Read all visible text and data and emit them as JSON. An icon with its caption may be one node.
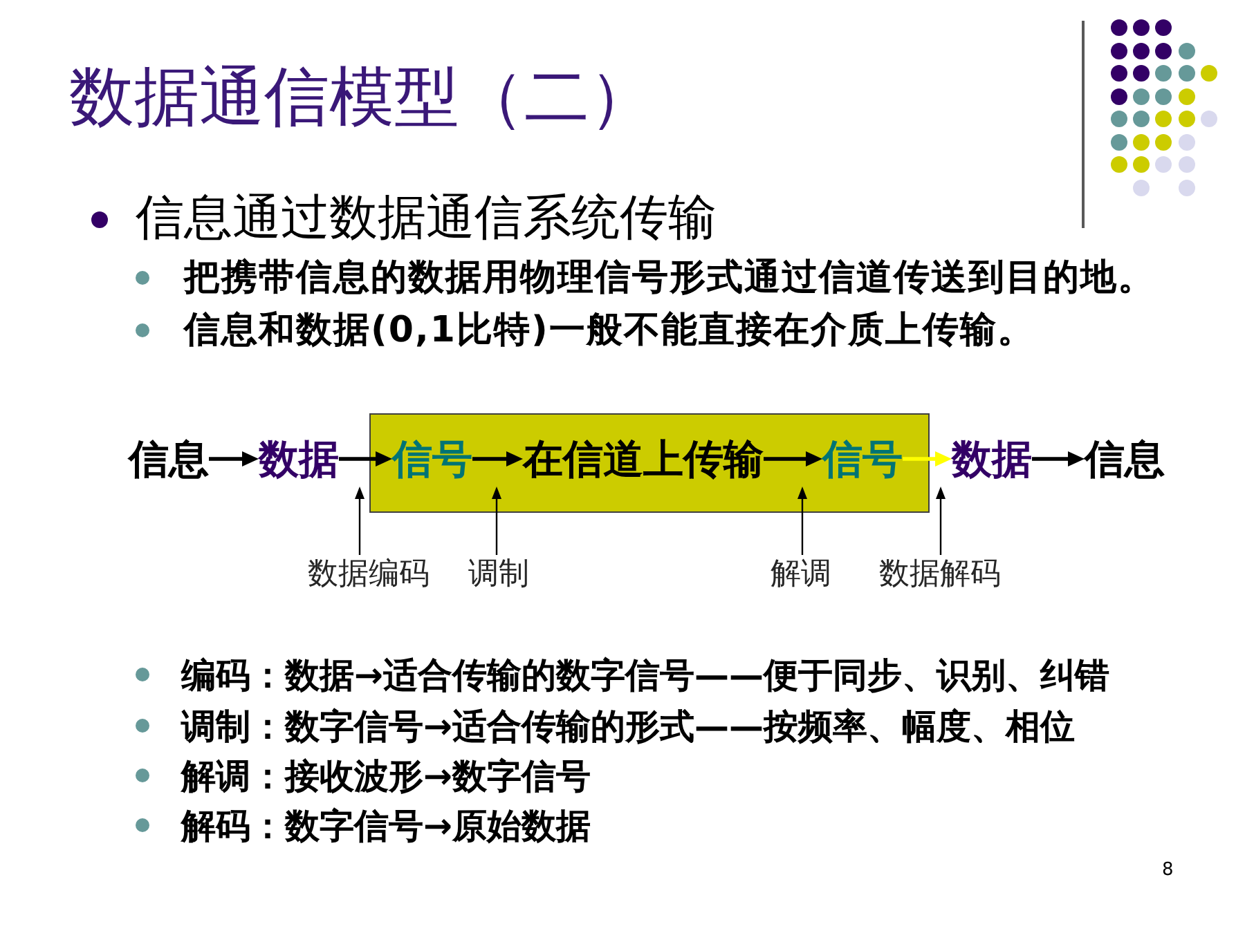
{
  "diagram": {
    "title": "数据通信模型（二）",
    "nodes": [
      {
        "text": [
          "信息"
        ]
      },
      {
        "text": [
          "数据"
        ]
      },
      {
        "text": [],
        "shape": "box"
      },
      {
        "text": [
          "信号"
        ],
        "in": 2
      },
      {
        "text": [
          "在信道上传输"
        ],
        "in": 2
      },
      {
        "text": [
          "信号"
        ],
        "in": 2
      },
      {
        "text": [
          "数据"
        ]
      },
      {
        "text": [
          "信息"
        ]
      },
      {
        "text": [
          "数据编码"
        ]
      },
      {
        "text": [
          "调制"
        ]
      },
      {
        "text": [
          "解调"
        ]
      },
      {
        "text": [
          "数据解码"
        ]
      }
    ],
    "edges": [
      {
        "from": 0,
        "to": 1,
        "arrow": "to"
      },
      {
        "from": 1,
        "to": 3,
        "arrow": "to"
      },
      {
        "from": 3,
        "to": 4,
        "arrow": "to"
      },
      {
        "from": 4,
        "to": 5,
        "arrow": "to"
      },
      {
        "from": 5,
        "to": 6,
        "arrow": "to",
        "color": "#ffff00"
      },
      {
        "from": 6,
        "to": 7,
        "arrow": "to"
      },
      {
        "from": 8,
        "to": 3,
        "arrow": "to"
      },
      {
        "from": 9,
        "to": 3,
        "arrow": "to"
      },
      {
        "from": 10,
        "to": 5,
        "arrow": "to"
      },
      {
        "from": 11,
        "to": 6,
        "arrow": "to"
      }
    ],
    "labels": [
      "信息通过数据通信系统传输",
      "把携带信息的数据用物理信号形式通过信道传送到目的地。",
      "信息和数据(0,1比特)一般不能直接在介质上传输。",
      "编码：数据→适合传输的数字信号——便于同步、识别、纠错",
      "调制：数字信号→适合传输的形式——按频率、幅度、相位",
      "解调：接收波形→数字信号",
      "解码：数字信号→原始数据",
      "8"
    ]
  }
}
